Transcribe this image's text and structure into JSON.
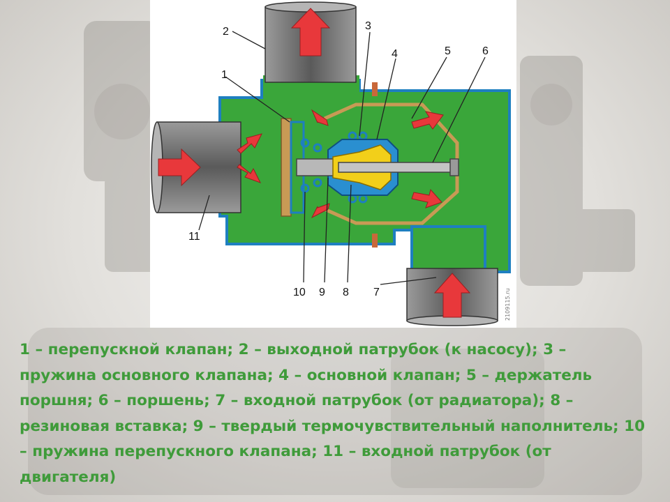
{
  "diagram": {
    "labels": [
      "1",
      "2",
      "3",
      "4",
      "5",
      "6",
      "7",
      "8",
      "9",
      "10",
      "11"
    ],
    "watermark": "2109115.ru"
  },
  "caption": {
    "text": "1 – перепускной клапан; 2 – выходной патрубок (к насосу); 3 – пружина основного клапана; 4 – основной клапан; 5 – держатель поршня; 6 – поршень; 7 – входной патрубок (от радиатора); 8 – резиновая вставка; 9 – твердый термочувствительный наполнитель; 10 – пружина перепускного клапана; 11 – входной патрубок (от двигателя)"
  },
  "colors": {
    "body_green": "#3aa63a",
    "outline_blue": "#1e7fc0",
    "pipe_gray": "#7e7e7e",
    "arrow_red": "#e8383b",
    "filler_yellow": "#f2cf1a",
    "holder_tan": "#c89a55",
    "caption_green": "#3f9b3a"
  }
}
